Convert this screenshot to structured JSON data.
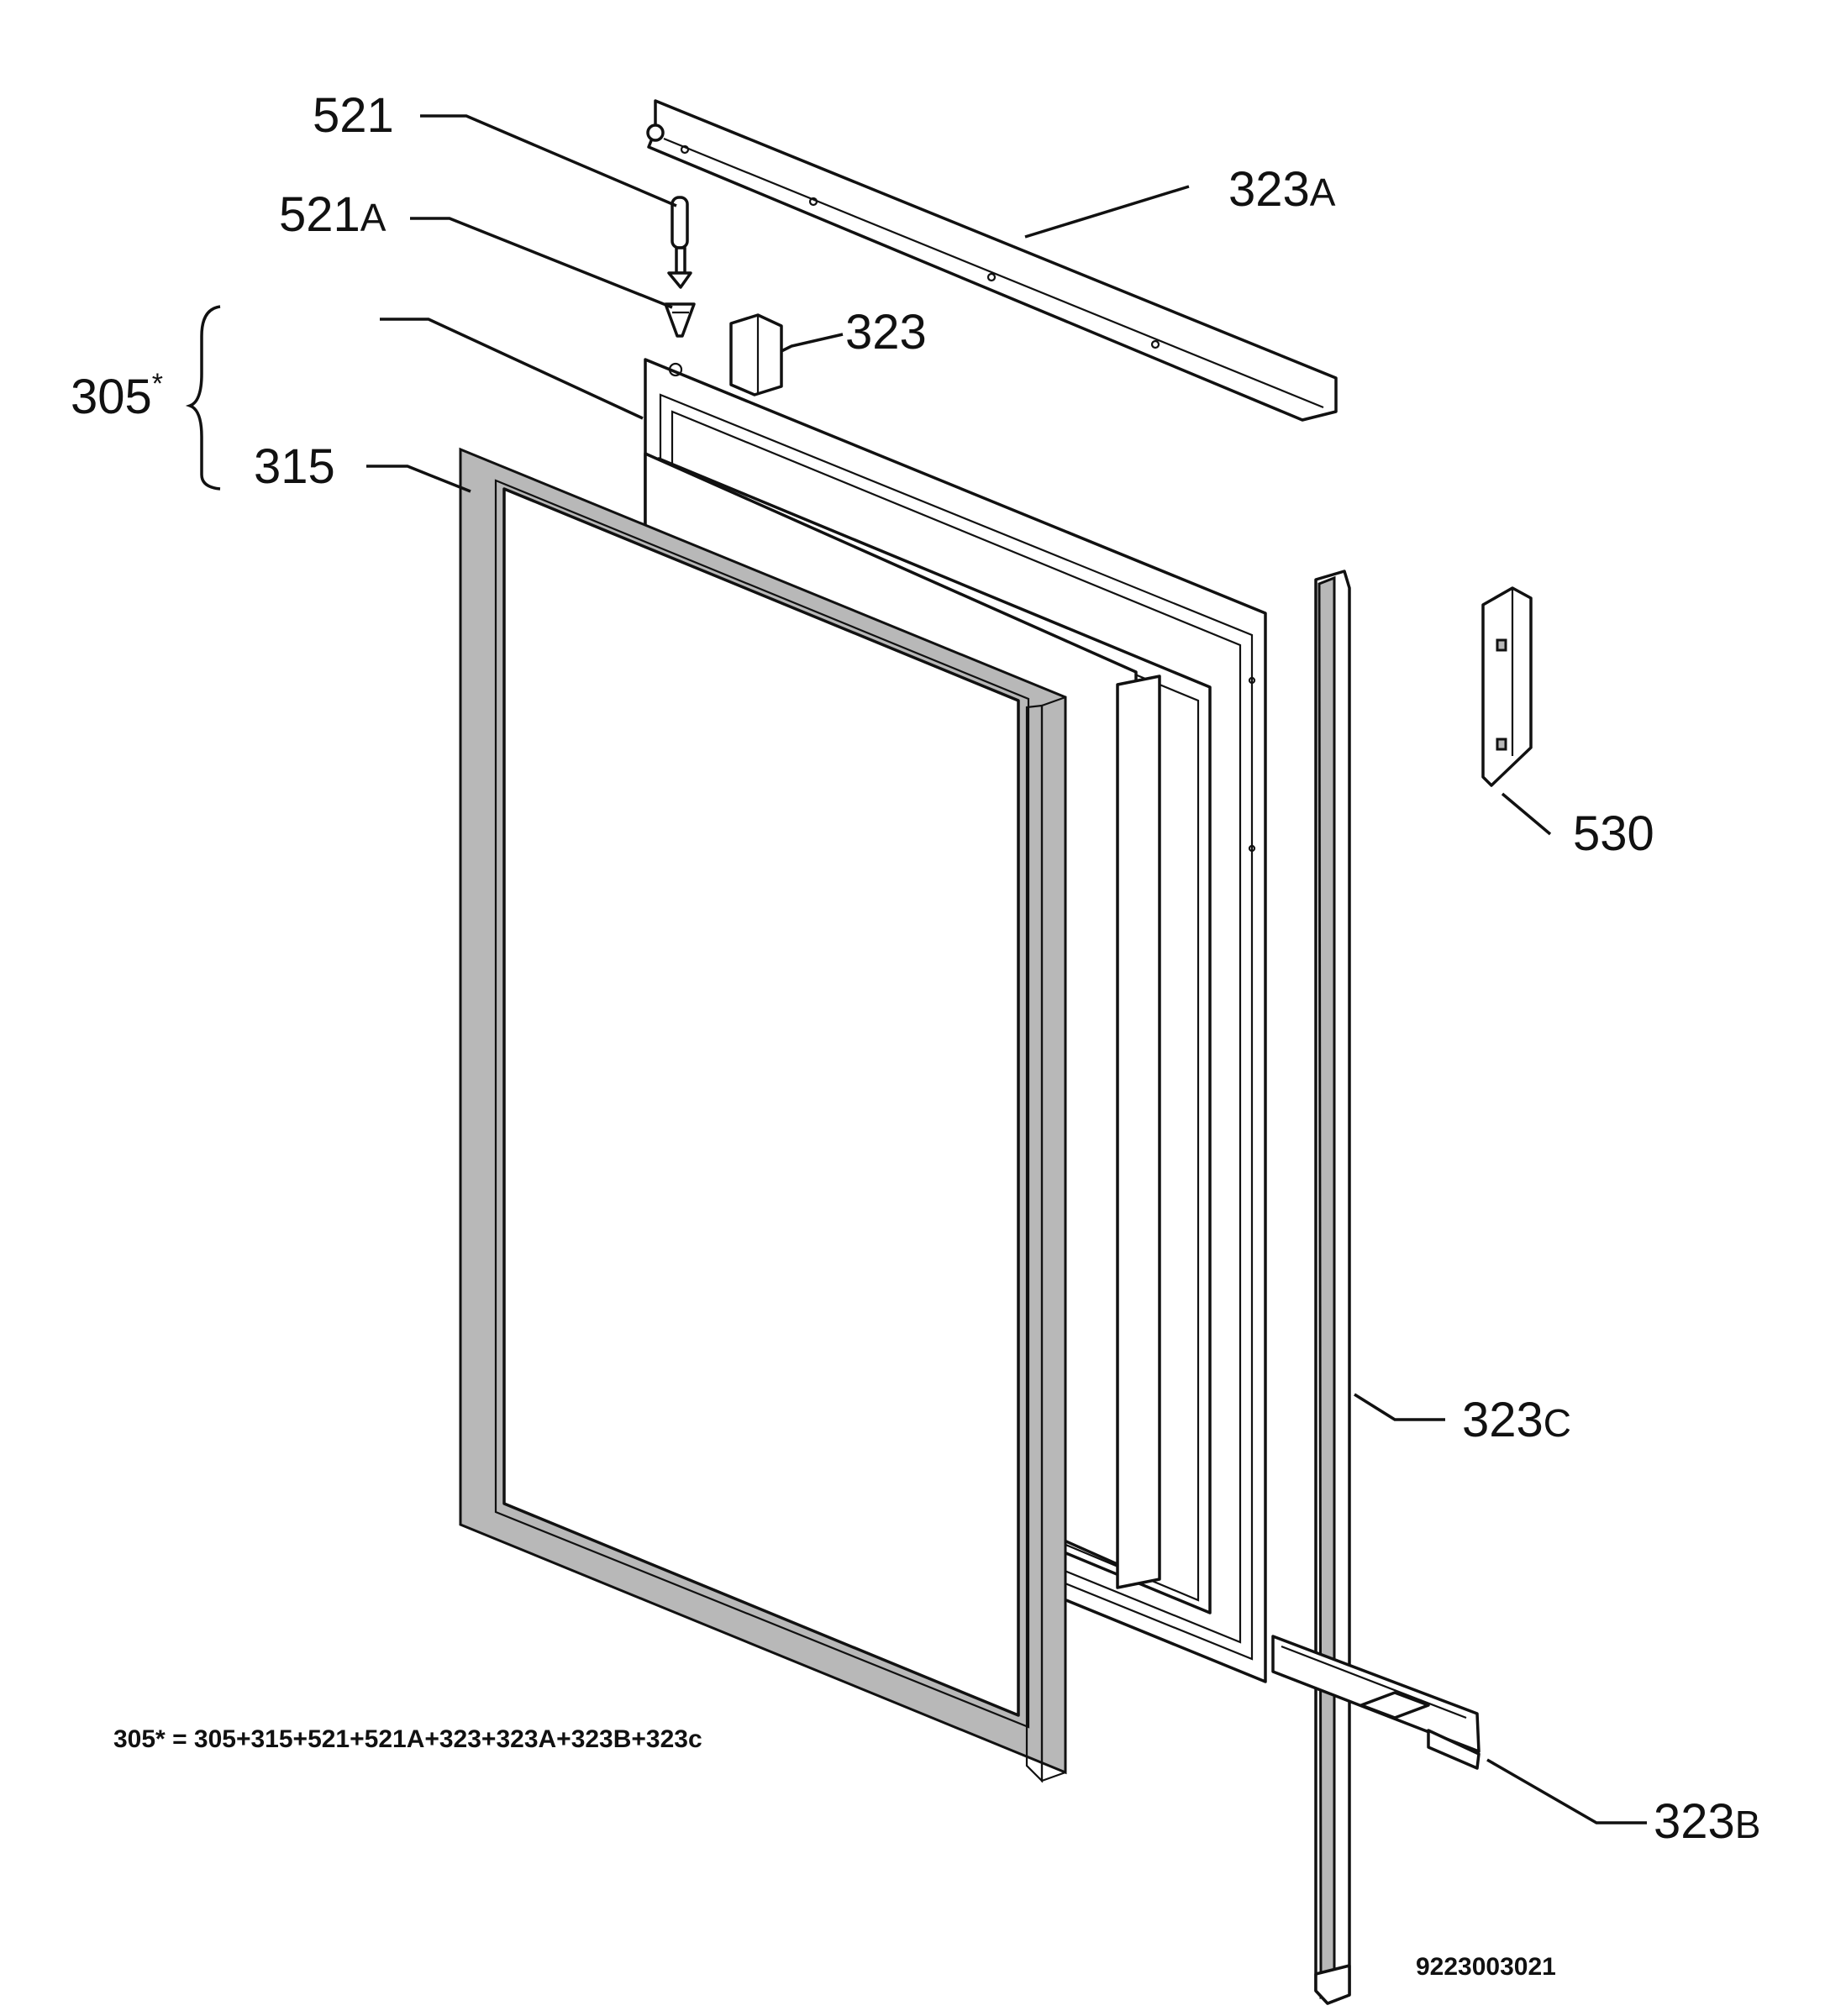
{
  "labels": {
    "l521": "521",
    "l521a_num": "521",
    "l521a_suffix": "A",
    "l323a_num": "323",
    "l323a_suffix": "A",
    "l323": "323",
    "l305": "305",
    "l305_star": "*",
    "l315": "315",
    "l530": "530",
    "l323c_num": "323",
    "l323c_suffix": "C",
    "l323b_num": "323",
    "l323b_suffix": "B"
  },
  "formula": "305* = 305+315+521+521A+323+323A+323B+323c",
  "drawing_number": "9223003021"
}
